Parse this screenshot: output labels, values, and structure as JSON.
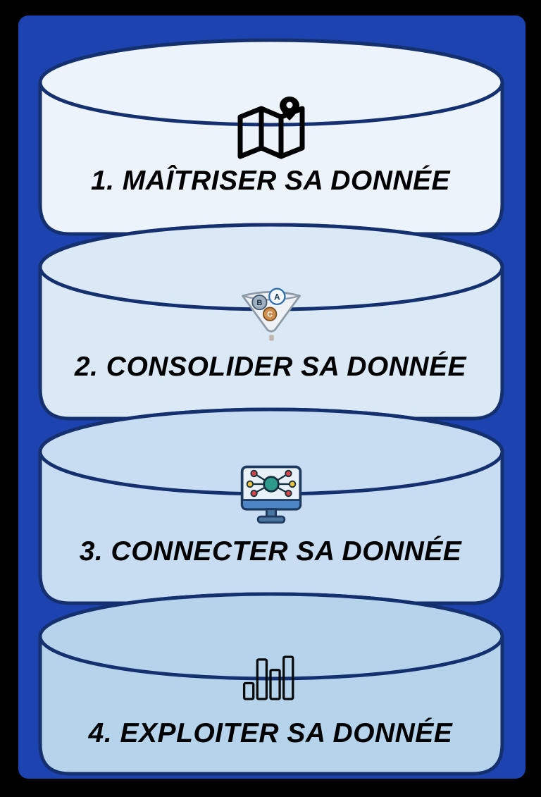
{
  "page": {
    "background_color": "#000000",
    "panel_color": "#1d43b0",
    "outline_color": "#14306e",
    "text_color": "#000000"
  },
  "layers": [
    {
      "label": "1. MAÎTRISER SA DONNÉE",
      "icon": "map-pin-icon",
      "fill": "#ecf3fb"
    },
    {
      "label": "2. CONSOLIDER SA DONNÉE",
      "icon": "funnel-abc-icon",
      "fill": "#dbe9f6"
    },
    {
      "label": "3. CONNECTER SA DONNÉE",
      "icon": "network-monitor-icon",
      "fill": "#c8ddf1"
    },
    {
      "label": "4. EXPLOITER SA DONNÉE",
      "icon": "bar-chart-icon",
      "fill": "#b6d3ec"
    }
  ],
  "funnel": {
    "circle_a": "A",
    "circle_b": "B",
    "circle_c": "C"
  }
}
